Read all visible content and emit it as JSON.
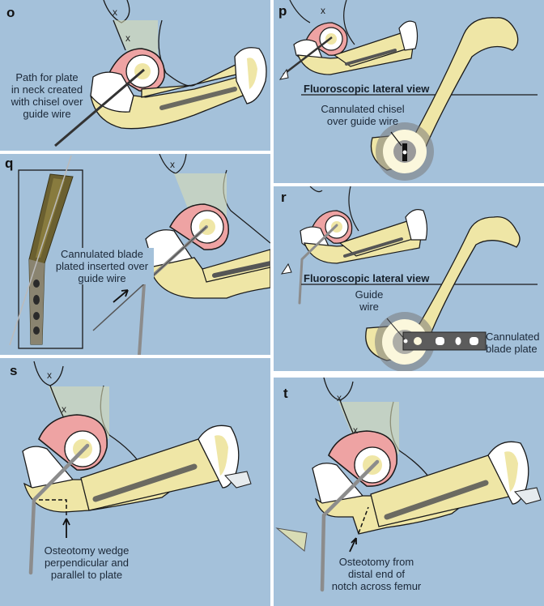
{
  "figure": {
    "colors": {
      "background": "#a4c1da",
      "bone": "#efe6a6",
      "bone_light": "#fbf7dc",
      "cartilage": "#eea3a3",
      "outline": "#1a1a1a",
      "wire": "#888888",
      "plate": "#5c5c5c",
      "implant_photo": "#6b6030"
    },
    "panels": [
      {
        "id": "o",
        "letter": "o",
        "x_marks": [
          "x",
          "x"
        ],
        "labels": [
          "Path for plate in neck created with chisel over guide wire"
        ],
        "label_lines": [
          "Path for plate",
          "in neck created",
          "with chisel over",
          "guide wire"
        ]
      },
      {
        "id": "p",
        "letter": "p",
        "x_marks": [
          "x"
        ],
        "view_title": "Fluoroscopic lateral view",
        "label_lines": [
          "Cannulated chisel",
          "over guide wire"
        ]
      },
      {
        "id": "q",
        "letter": "q",
        "x_marks": [
          "x"
        ],
        "label_lines": [
          "Cannulated blade",
          "plated inserted over",
          "guide wire"
        ]
      },
      {
        "id": "r",
        "letter": "r",
        "view_title": "Fluoroscopic lateral view",
        "guide_wire_lines": [
          "Guide",
          "wire"
        ],
        "plate_lines": [
          "Cannulated",
          "blade plate"
        ]
      },
      {
        "id": "s",
        "letter": "s",
        "x_marks": [
          "x",
          "x"
        ],
        "label_lines": [
          "Osteotomy wedge",
          "perpendicular and",
          "parallel to plate"
        ]
      },
      {
        "id": "t",
        "letter": "t",
        "x_marks": [
          "x",
          "x"
        ],
        "label_lines": [
          "Osteotomy from",
          "distal end of",
          "notch across femur"
        ]
      }
    ]
  }
}
